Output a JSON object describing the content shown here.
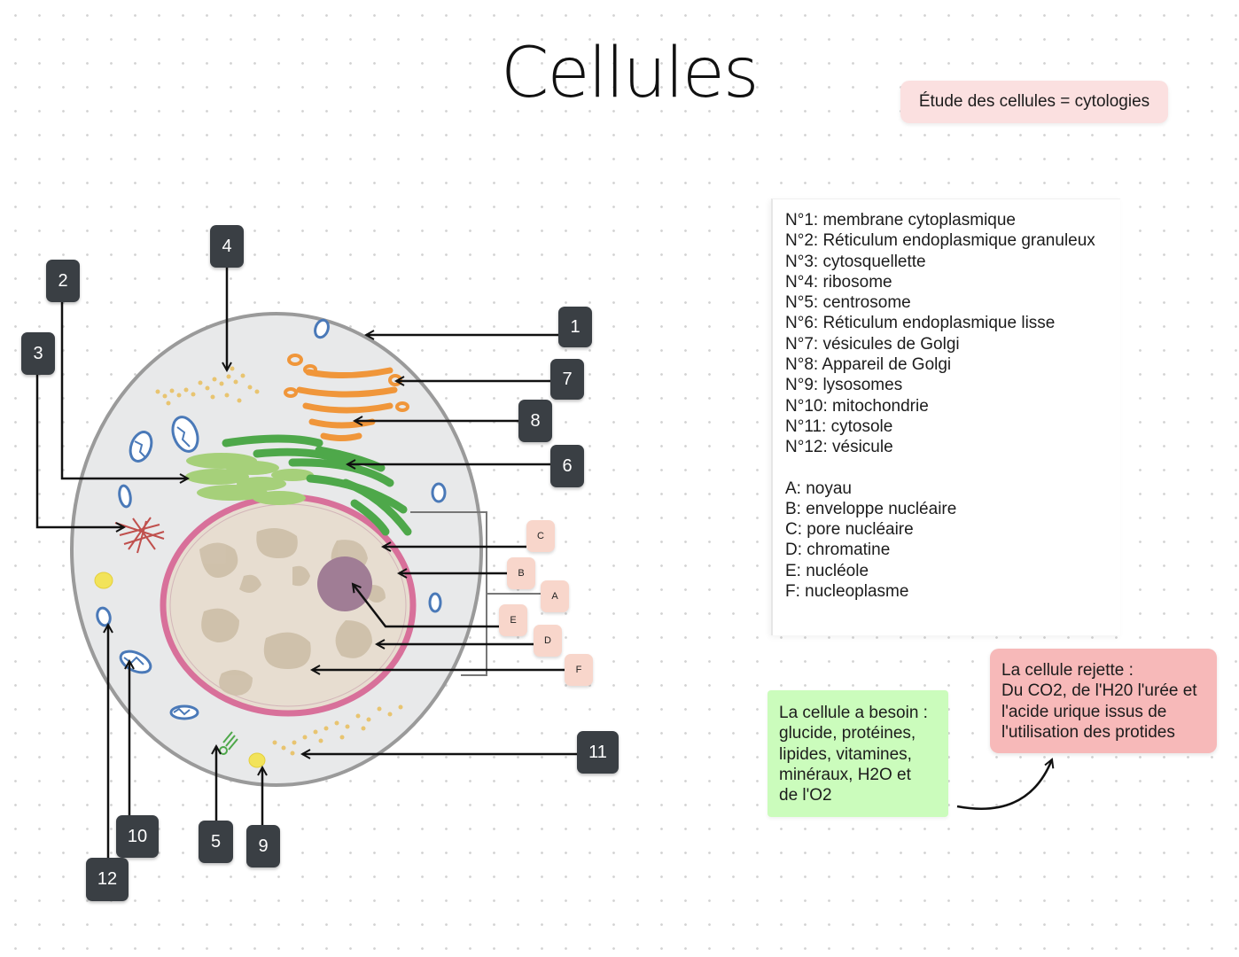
{
  "title": "Cellules",
  "top_note": "Étude des cellules = cytologies",
  "legend": {
    "numbers": [
      "N°1: membrane cytoplasmique",
      "N°2: Réticulum endoplasmique granuleux",
      "N°3: cytosquellette",
      "N°4: ribosome",
      "N°5: centrosome",
      "N°6: Réticulum endoplasmique lisse",
      "N°7: vésicules de Golgi",
      "N°8: Appareil de Golgi",
      "N°9: lysosomes",
      "N°10: mitochondrie",
      "N°11: cytosole",
      "N°12: vésicule"
    ],
    "letters": [
      "A: noyau",
      "B: enveloppe nucléaire",
      "C: pore nucléaire",
      "D: chromatine",
      "E: nucléole",
      "F: nucleoplasme"
    ]
  },
  "needs_note": [
    "La cellule a besoin :",
    "glucide, protéines,",
    "lipides, vitamines,",
    "minéraux, H2O et",
    "de l'O2"
  ],
  "rejects_note": [
    "La cellule rejette :",
    "Du CO2, de l'H20 l'urée et",
    "l'acide urique issus de",
    "l'utilisation des protides"
  ],
  "number_labels": {
    "n1": "1",
    "n2": "2",
    "n3": "3",
    "n4": "4",
    "n5": "5",
    "n6": "6",
    "n7": "7",
    "n8": "8",
    "n9": "9",
    "n10": "10",
    "n11": "11",
    "n12": "12"
  },
  "letter_labels": {
    "a": "A",
    "b": "B",
    "c": "C",
    "d": "D",
    "e": "E",
    "f": "F"
  },
  "colors": {
    "cytoplasm": "#e8e9ea",
    "membrane": "#9a9a9a",
    "nuclear_envelope": "#d8709a",
    "nucleoplasm": "#e7ddd0",
    "chromatin": "#cdbfa8",
    "nucleolus": "#a07d95",
    "golgi": "#f0963a",
    "smooth_er": "#4ea84a",
    "rough_er": "#a6d07a",
    "ribosomes": "#e8c470",
    "mitochondria": "#4a79b8",
    "cytoskeleton": "#c0504d",
    "lysosome": "#f2e35a",
    "label_dark": "#3a3f44",
    "label_pink": "#f8d6cb"
  }
}
